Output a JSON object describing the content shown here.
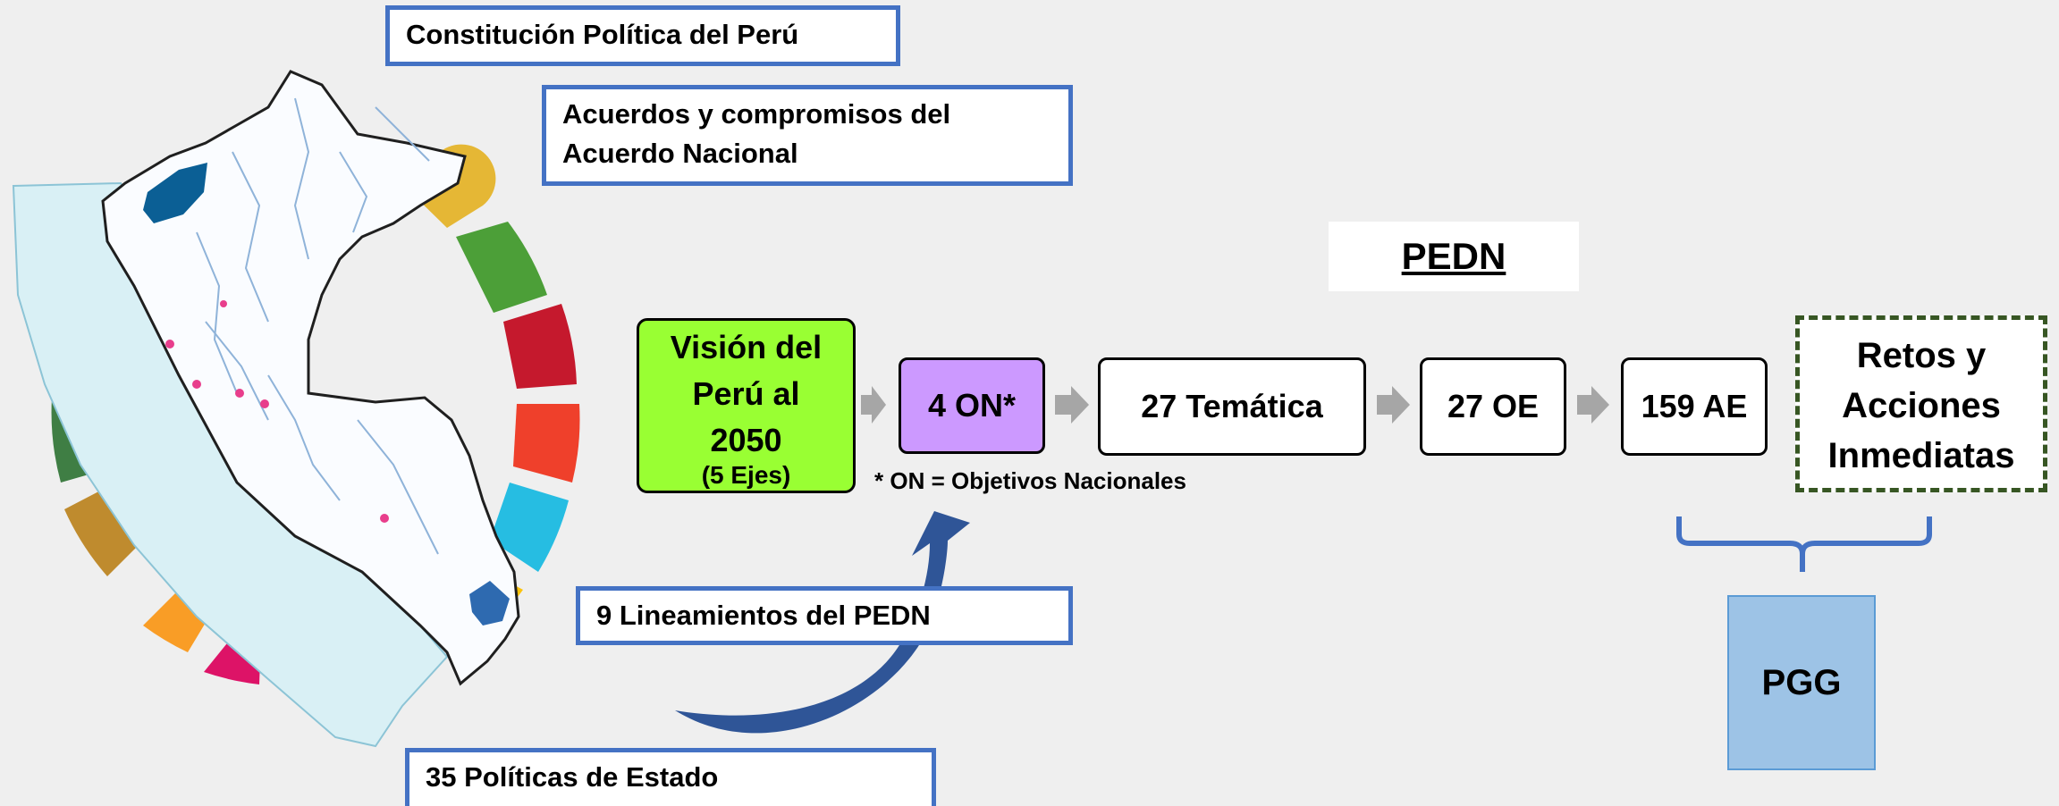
{
  "sources": {
    "constitucion": "Constitución Política del Perú",
    "acuerdos_line1": "Acuerdos y compromisos del",
    "acuerdos_line2": "Acuerdo Nacional",
    "lineamientos": "9 Lineamientos del PEDN",
    "politicas": "35 Políticas de Estado"
  },
  "pedn": {
    "title": "PEDN",
    "vision_line1": "Visión del",
    "vision_line2": "Perú al",
    "vision_line3": "2050",
    "vision_sub": "(5 Ejes)",
    "on": "4 ON*",
    "on_note": "* ON = Objetivos Nacionales",
    "tematica": "27 Temática",
    "oe": "27 OE",
    "ae": "159 AE",
    "retos_line1": "Retos y",
    "retos_line2": "Acciones",
    "retos_line3": "Inmediatas"
  },
  "pgg": {
    "label": "PGG"
  },
  "colors": {
    "box_border": "#4472c4",
    "vision_fill": "#99ff33",
    "on_fill": "#cc99ff",
    "retos_border": "#375623",
    "brace": "#4472c4",
    "pgg_fill": "#9dc3e6",
    "arrow_gray": "#a6a6a6",
    "curved_arrow": "#2f5597"
  },
  "ring_segments": [
    "#e5b735",
    "#4c9f38",
    "#c5192d",
    "#ef402b",
    "#26bde2",
    "#fcc30b",
    "#dd1367",
    "#f99d26",
    "#bf8b2e",
    "#3f7e44",
    "#0a97d9",
    "#19486a"
  ]
}
